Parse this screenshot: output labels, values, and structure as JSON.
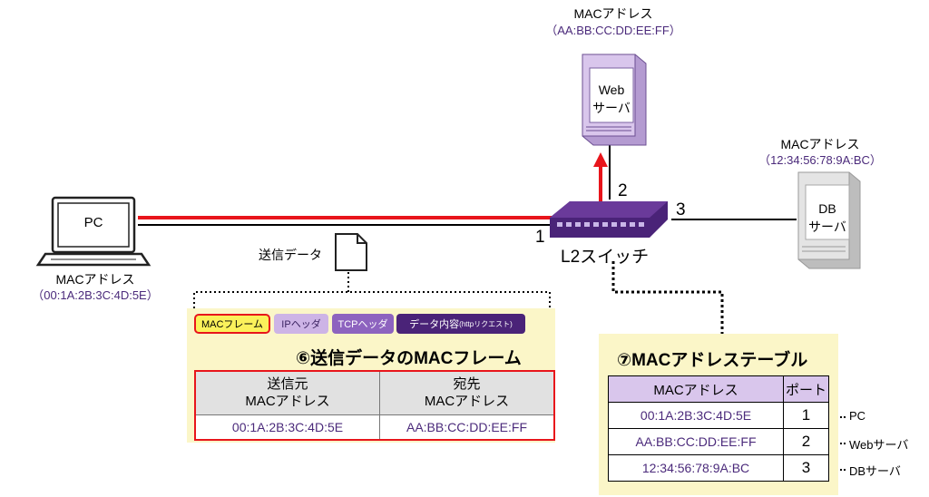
{
  "pc": {
    "label": "PC",
    "mac_title": "MACアドレス",
    "mac_value": "（00:1A:2B:3C:4D:5E）"
  },
  "web_server": {
    "label_line1": "Web",
    "label_line2": "サーバ",
    "mac_title": "MACアドレス",
    "mac_value": "（AA:BB:CC:DD:EE:FF）"
  },
  "db_server": {
    "label_line1": "DB",
    "label_line2": "サーバ",
    "mac_title": "MACアドレス",
    "mac_value": "（12:34:56:78:9A:BC）"
  },
  "switch": {
    "label": "L2スイッチ",
    "port1": "1",
    "port2": "2",
    "port3": "3"
  },
  "send_data_label": "送信データ",
  "frame": {
    "chips": [
      "MACフレーム",
      "IPヘッダ",
      "TCPヘッダ",
      "データ内容"
    ],
    "chip_data_suffix": "(httpリクエスト)",
    "title": "⑥送信データのMACフレーム",
    "col_src_line1": "送信元",
    "col_src_line2": "MACアドレス",
    "col_dst_line1": "宛先",
    "col_dst_line2": "MACアドレス",
    "src_value": "00:1A:2B:3C:4D:5E",
    "dst_value": "AA:BB:CC:DD:EE:FF"
  },
  "mac_table": {
    "title": "⑦MACアドレステーブル",
    "header_mac": "MACアドレス",
    "header_port": "ポート",
    "rows": [
      {
        "mac": "00:1A:2B:3C:4D:5E",
        "port": "1",
        "device": "PC"
      },
      {
        "mac": "AA:BB:CC:DD:EE:FF",
        "port": "2",
        "device": "Webサーバ"
      },
      {
        "mac": "12:34:56:78:9A:BC",
        "port": "3",
        "device": "DBサーバ"
      }
    ]
  },
  "colors": {
    "accent_red": "#e8151b",
    "purple": "#5b2a86",
    "purple_light": "#cdb4e6",
    "panel_yellow": "#fbf6c8",
    "table_header": "#d9c6ec"
  }
}
